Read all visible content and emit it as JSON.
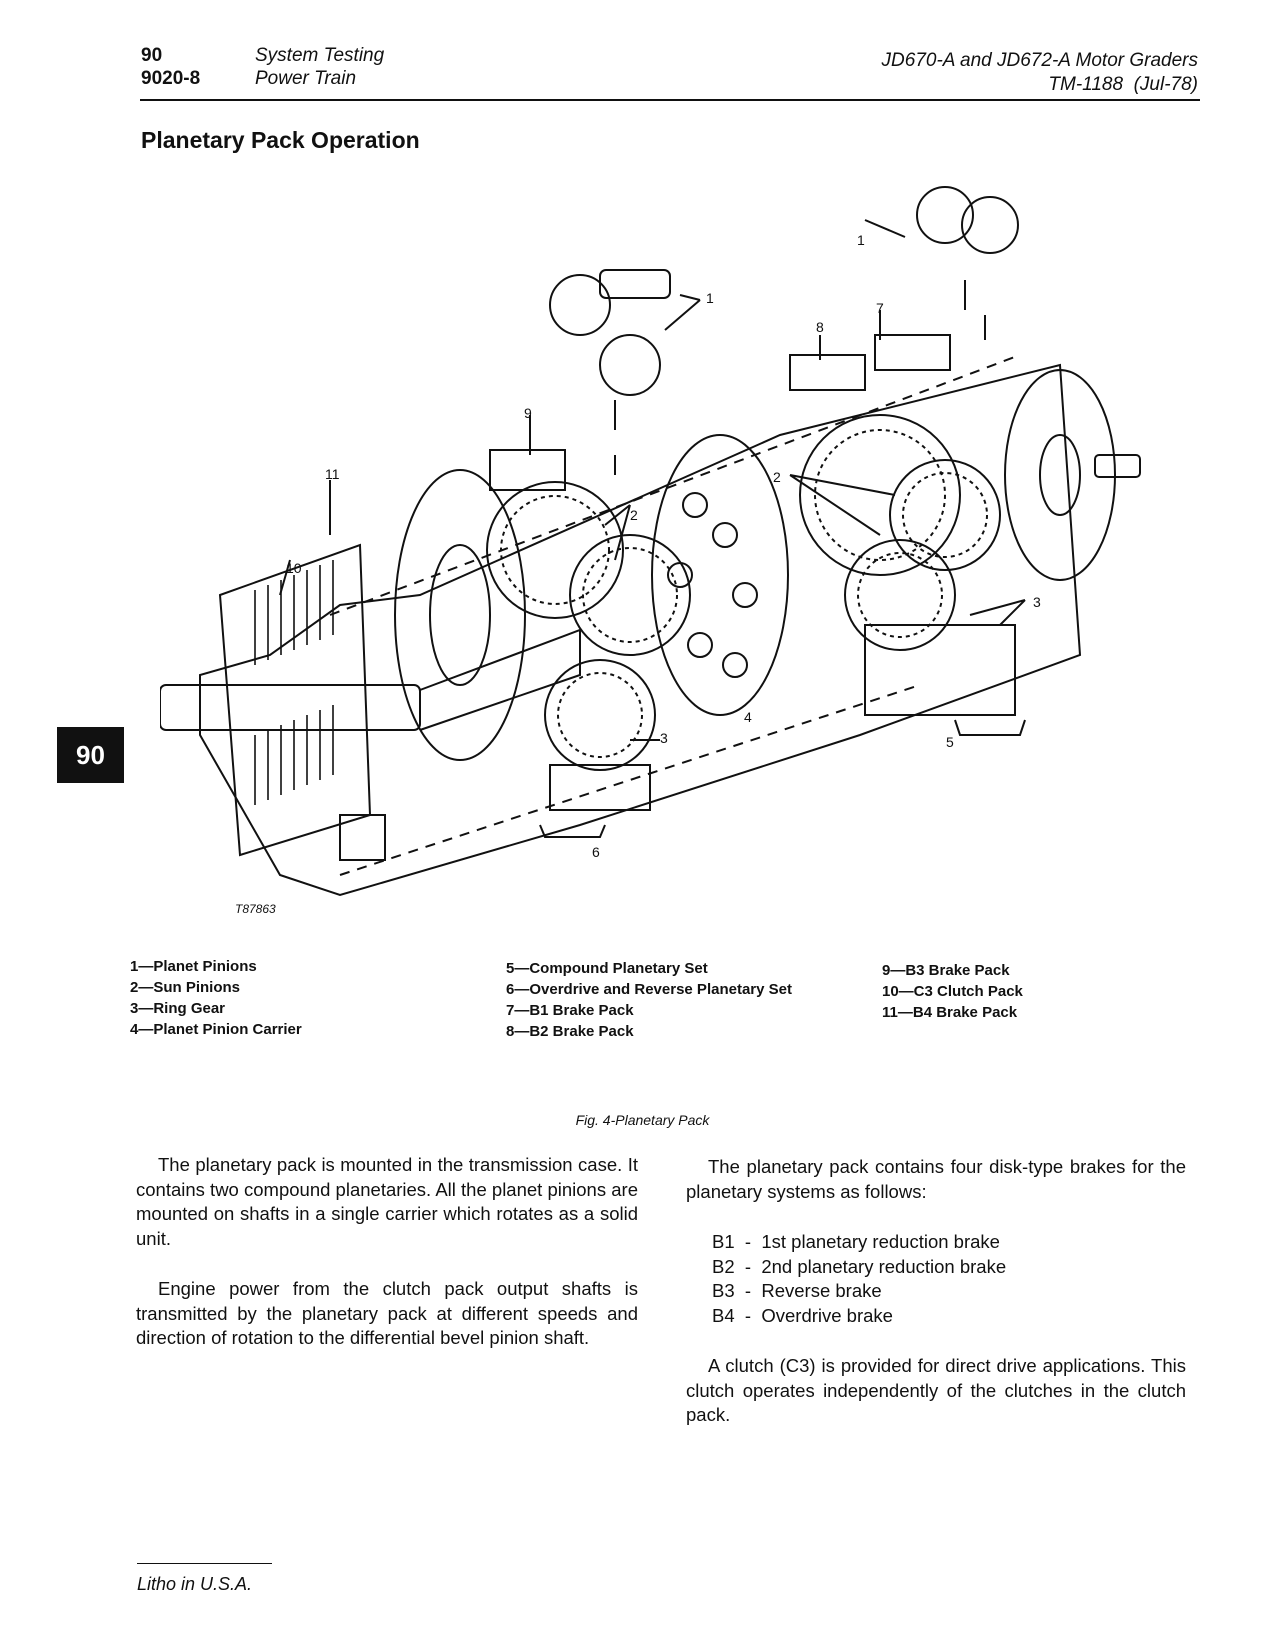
{
  "header": {
    "page_number": "90",
    "section_code": "9020-8",
    "section_title": "System Testing",
    "section_subtitle": "Power Train",
    "manual_title": "JD670-A and JD672-A Motor Graders",
    "manual_code": "TM-1188  (Jul-78)"
  },
  "page_title": "Planetary Pack Operation",
  "side_tab": "90",
  "figure": {
    "image_id": "T87863",
    "callouts": [
      "1",
      "1",
      "2",
      "2",
      "3",
      "3",
      "4",
      "5",
      "6",
      "7",
      "8",
      "9",
      "10",
      "11"
    ],
    "legend": [
      [
        "1—Planet Pinions",
        "2—Sun Pinions",
        "3—Ring Gear",
        "4—Planet Pinion Carrier"
      ],
      [
        "5—Compound Planetary Set",
        "6—Overdrive and Reverse Planetary Set",
        "7—B1 Brake Pack",
        "8—B2 Brake Pack"
      ],
      [
        "9—B3 Brake Pack",
        "10—C3 Clutch Pack",
        "11—B4 Brake Pack"
      ]
    ],
    "caption": "Fig. 4-Planetary Pack"
  },
  "left_column": {
    "p1": "The planetary pack is mounted in the transmission case. It contains two compound planetaries. All the planet pinions are mounted on shafts in a single carrier which rotates as a solid unit.",
    "p2": "Engine power from the clutch pack output shafts is transmitted by the planetary pack at different speeds and direction of rotation to the differential bevel pinion shaft."
  },
  "right_column": {
    "intro": "The planetary pack contains four disk-type brakes for the planetary systems as follows:",
    "brakes": [
      "B1  -  1st planetary reduction brake",
      "B2  -  2nd planetary reduction brake",
      "B3  -  Reverse brake",
      "B4  -  Overdrive brake"
    ],
    "p2": "A clutch (C3) is provided for direct drive applications. This clutch operates independently of the clutches in the clutch pack."
  },
  "footer": "Litho in U.S.A."
}
